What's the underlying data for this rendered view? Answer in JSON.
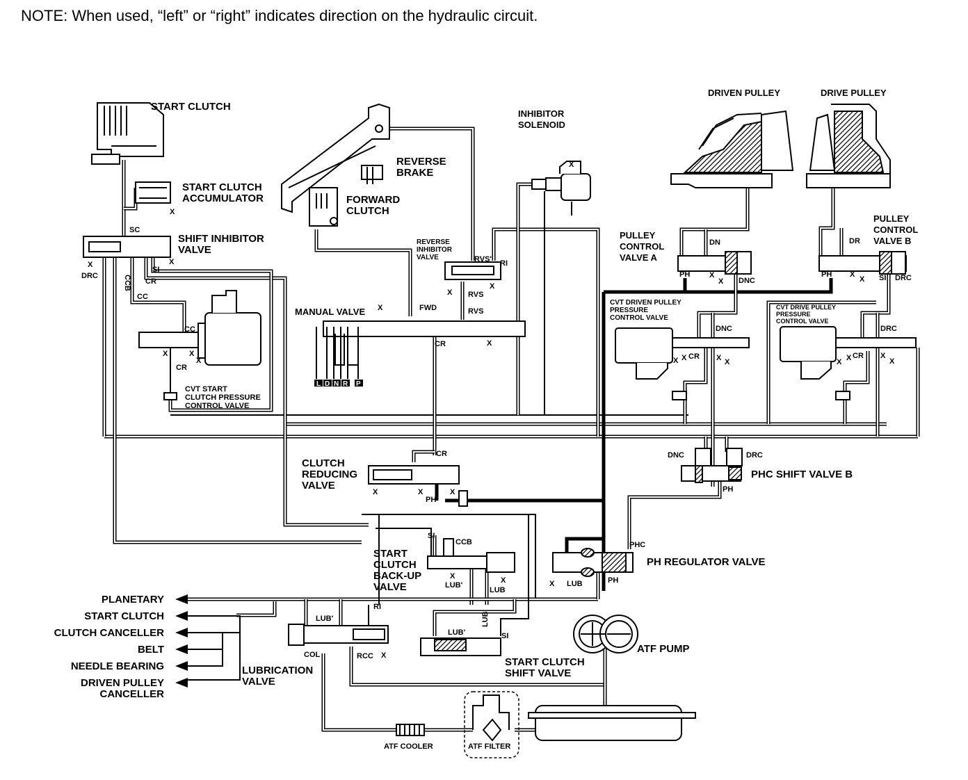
{
  "note": "NOTE: When used, “left” or “right” indicates direction on the hydraulic circuit.",
  "components": {
    "start_clutch": "START CLUTCH",
    "start_clutch_accumulator": [
      "START CLUTCH",
      "ACCUMULATOR"
    ],
    "shift_inhibitor_valve": [
      "SHIFT INHIBITOR",
      "VALVE"
    ],
    "cvt_start_clutch_pcv": [
      "CVT START",
      "CLUTCH PRESSURE",
      "CONTROL VALVE"
    ],
    "reverse_brake": [
      "REVERSE",
      "BRAKE"
    ],
    "forward_clutch": [
      "FORWARD",
      "CLUTCH"
    ],
    "reverse_inhibitor_valve": [
      "REVERSE",
      "INHIBITOR",
      "VALVE"
    ],
    "manual_valve": "MANUAL VALVE",
    "manual_positions": [
      "L",
      "D",
      "N",
      "R",
      "P"
    ],
    "inhibitor_solenoid": [
      "INHIBITOR",
      "SOLENOID"
    ],
    "driven_pulley": "DRIVEN PULLEY",
    "drive_pulley": "DRIVE PULLEY",
    "pulley_control_valve_a": [
      "PULLEY",
      "CONTROL",
      "VALVE A"
    ],
    "pulley_control_valve_b": [
      "PULLEY",
      "CONTROL",
      "VALVE B"
    ],
    "cvt_driven_pulley_pcv": [
      "CVT DRIVEN PULLEY",
      "PRESSURE",
      "CONTROL VALVE"
    ],
    "cvt_drive_pulley_pcv": [
      "CVT DRIVE PULLEY",
      "PRESSURE",
      "CONTROL VALVE"
    ],
    "clutch_reducing_valve": [
      "CLUTCH",
      "REDUCING",
      "VALVE"
    ],
    "phc_shift_valve_b": "PHC SHIFT VALVE B",
    "ph_regulator_valve": "PH REGULATOR VALVE",
    "start_clutch_backup_valve": [
      "START",
      "CLUTCH",
      "BACK-UP",
      "VALVE"
    ],
    "atf_pump": "ATF PUMP",
    "lubrication_valve": [
      "LUBRICATION",
      "VALVE"
    ],
    "start_clutch_shift_valve": [
      "START CLUTCH",
      "SHIFT VALVE"
    ],
    "atf_cooler": "ATF COOLER",
    "atf_filter": "ATF FILTER"
  },
  "lubrication_outputs": [
    "PLANETARY",
    "START CLUTCH",
    "CLUTCH CANCELLER",
    "BELT",
    "NEEDLE BEARING",
    "DRIVEN PULLEY",
    "CANCELLER"
  ],
  "port_labels": {
    "sc": "SC",
    "x": "X",
    "drc": "DRC",
    "ccb": "CCB",
    "si": "SI",
    "cr": "CR",
    "cc": "CC",
    "fwd": "FWD",
    "rvs": "RVS",
    "rvs_p": "RVS'",
    "ri": "RI",
    "dn": "DN",
    "dnc": "DNC",
    "dr": "DR",
    "ph": "PH",
    "phc": "PHC",
    "lub": "LUB",
    "lub_p": "LUB'",
    "col": "COL",
    "rcc": "RCC"
  }
}
